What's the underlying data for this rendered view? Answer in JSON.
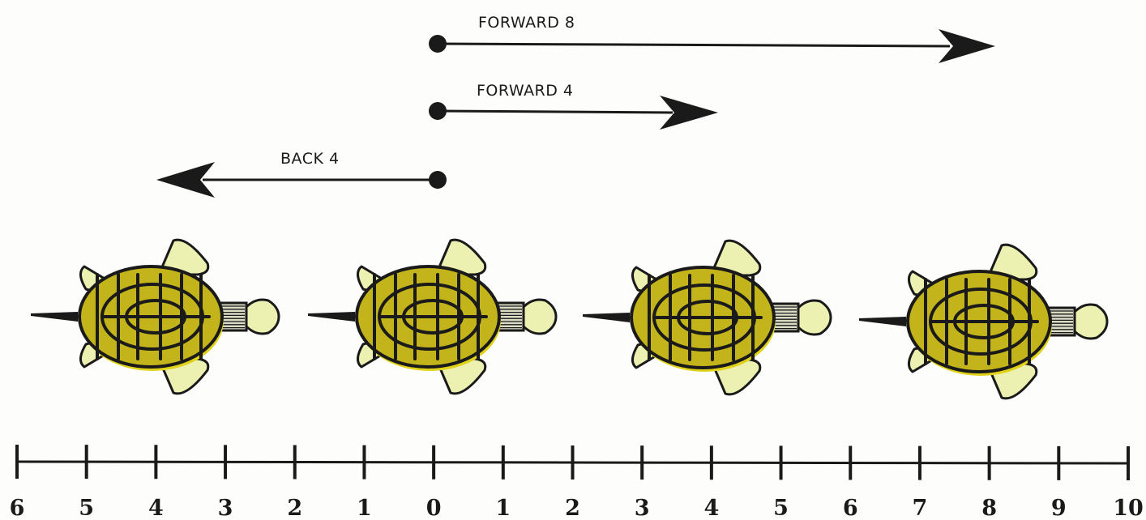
{
  "commands": [
    {
      "label": "FORWARD 8",
      "direction": "forward",
      "steps": 8
    },
    {
      "label": "FORWARD 4",
      "direction": "forward",
      "steps": 4
    },
    {
      "label": "BACK 4",
      "direction": "back",
      "steps": 4
    }
  ],
  "number_line": {
    "labels": [
      "6",
      "5",
      "4",
      "3",
      "2",
      "1",
      "0",
      "1",
      "2",
      "3",
      "4",
      "5",
      "6",
      "7",
      "8",
      "9",
      "10"
    ]
  },
  "turtles": {
    "count": 4,
    "heading": "right"
  },
  "colors": {
    "ink": "#1a1a1a",
    "shell": "#c4b41c",
    "shell_shadow": "#e0d21a",
    "skin": "#ecf0b0",
    "neck": "#d9dbc4",
    "background": "#fdfdfb"
  }
}
